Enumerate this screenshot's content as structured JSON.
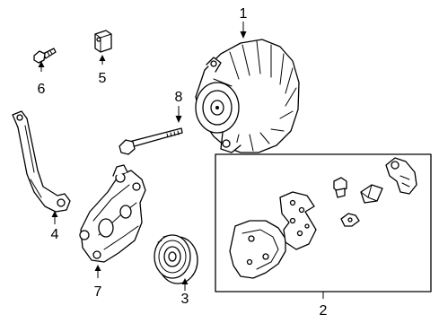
{
  "callouts": {
    "c1": "1",
    "c2": "2",
    "c3": "3",
    "c4": "4",
    "c5": "5",
    "c6": "6",
    "c7": "7",
    "c8": "8"
  },
  "parts": {
    "p1": "alternator-icon",
    "p2": "repair-kit-icon",
    "p3": "pulley-icon",
    "p4": "brace-icon",
    "p5": "nut-icon",
    "p6": "bolt-icon",
    "p7": "bracket-icon",
    "p8": "through-bolt-icon"
  },
  "colors": {
    "line": "#000000",
    "background": "#ffffff"
  }
}
